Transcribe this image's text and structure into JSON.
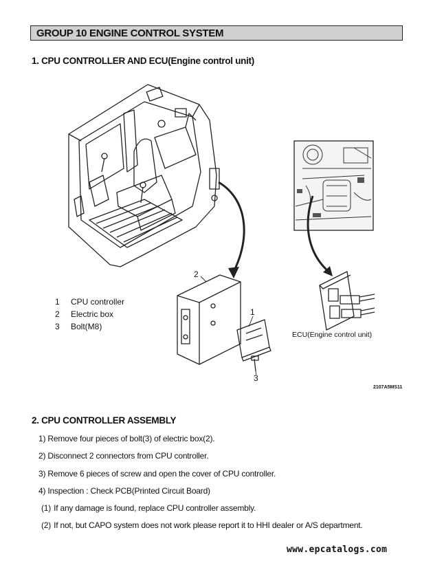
{
  "header": {
    "group_title": "GROUP  10  ENGINE CONTROL SYSTEM"
  },
  "section1": {
    "title": "1.  CPU CONTROLLER AND ECU(Engine control unit)",
    "legend": [
      {
        "num": "1",
        "label": "CPU controller"
      },
      {
        "num": "2",
        "label": "Electric box"
      },
      {
        "num": "3",
        "label": "Bolt(M8)"
      }
    ],
    "callouts": {
      "c1": "1",
      "c2": "2",
      "c3": "3"
    },
    "ecu_label": "ECU(Engine control unit)",
    "figure_id": "2107A5MS11"
  },
  "section2": {
    "title": "2.  CPU CONTROLLER ASSEMBLY",
    "steps": [
      "1) Remove four pieces of bolt(3) of electric box(2).",
      "2) Disconnect 2 connectors from CPU controller.",
      "3) Remove 6 pieces of screw and open the cover of CPU controller.",
      "4) Inspection : Check PCB(Printed Circuit Board)"
    ],
    "substeps": [
      {
        "num": "(1)",
        "text": "If any damage is found, replace CPU controller assembly."
      },
      {
        "num": "(2)",
        "text": "If not, but CAPO system does not work please report it to HHI dealer or A/S department."
      }
    ]
  },
  "footer": {
    "watermark": "www.epcatalogs.com"
  }
}
